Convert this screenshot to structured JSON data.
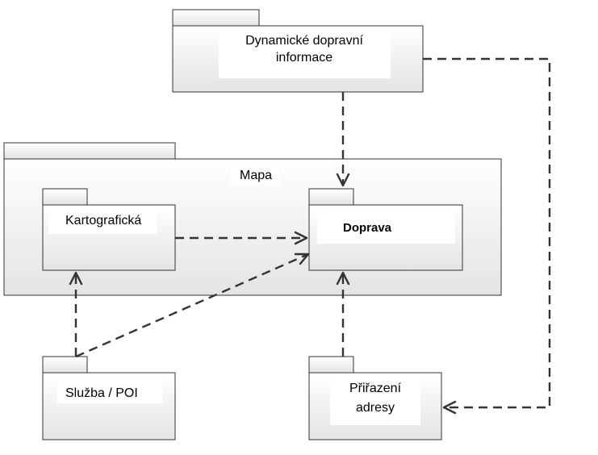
{
  "packages": {
    "dynamicke": {
      "label_line1": "Dynamické dopravní",
      "label_line2": "informace"
    },
    "mapa": {
      "label": "Mapa"
    },
    "kartograficka": {
      "label": "Kartografická"
    },
    "doprava": {
      "label": "Doprava"
    },
    "sluzba": {
      "label": "Služba / POI"
    },
    "prirazeni": {
      "label_line1": "Přiřazení",
      "label_line2": "adresy"
    }
  },
  "dependencies": [
    {
      "from": "Dynamické dopravní informace",
      "to": "Doprava"
    },
    {
      "from": "Dynamické dopravní informace",
      "to": "Přiřazení adresy"
    },
    {
      "from": "Kartografická",
      "to": "Doprava"
    },
    {
      "from": "Služba / POI",
      "to": "Kartografická"
    },
    {
      "from": "Služba / POI",
      "to": "Doprava"
    },
    {
      "from": "Přiřazení adresy",
      "to": "Doprava"
    }
  ],
  "colors": {
    "package_fill_top": "#ffffff",
    "package_fill_bottom": "#e4e4e4",
    "line": "#333333"
  }
}
